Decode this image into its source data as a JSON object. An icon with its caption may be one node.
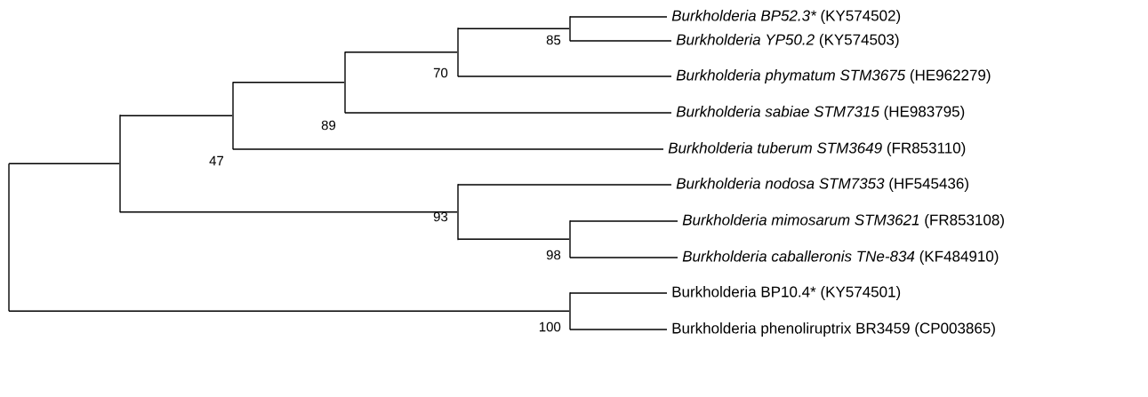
{
  "diagram": {
    "nodes": [
      {
        "text": [
          "Burkholderia BP52.3*",
          "(KY574502)"
        ]
      },
      {
        "text": [
          "Burkholderia YP50.2",
          "(KY574503)"
        ]
      },
      {
        "text": [
          "Burkholderia phymatum STM3675",
          "(HE962279)"
        ]
      },
      {
        "text": [
          "Burkholderia sabiae STM7315",
          "(HE983795)"
        ]
      },
      {
        "text": [
          "Burkholderia tuberum STM3649",
          "(FR853110)"
        ]
      },
      {
        "text": [
          "Burkholderia nodosa STM7353",
          "(HF545436)"
        ]
      },
      {
        "text": [
          "Burkholderia mimosarum STM3621",
          "(FR853108)"
        ]
      },
      {
        "text": [
          "Burkholderia caballeronis TNe-834",
          "(KF484910)"
        ]
      },
      {
        "text": [
          "Burkholderia BP10.4*",
          "(KY574501)"
        ]
      },
      {
        "text": [
          "Burkholderia phenoliruptrix BR3459",
          "(CP003865)"
        ]
      },
      {
        "text": [],
        "shape": "bar",
        "beside": [
          "85"
        ]
      },
      {
        "text": [],
        "shape": "bar",
        "beside": [
          "70"
        ]
      },
      {
        "text": [],
        "shape": "bar",
        "beside": [
          "89"
        ]
      },
      {
        "text": [],
        "shape": "bar",
        "beside": [
          "47"
        ]
      },
      {
        "text": [],
        "shape": "bar",
        "beside": [
          "98"
        ]
      },
      {
        "text": [],
        "shape": "bar",
        "beside": [
          "93"
        ]
      },
      {
        "text": [],
        "shape": "bar"
      },
      {
        "text": [],
        "shape": "bar",
        "beside": [
          "100"
        ]
      },
      {
        "text": [],
        "shape": "bar"
      }
    ],
    "edges": [
      {
        "from": 18,
        "to": 16,
        "arrow": "none"
      },
      {
        "from": 18,
        "to": 17,
        "arrow": "none"
      },
      {
        "from": 16,
        "to": 13,
        "arrow": "none"
      },
      {
        "from": 16,
        "to": 15,
        "arrow": "none"
      },
      {
        "from": 13,
        "to": 12,
        "arrow": "none"
      },
      {
        "from": 13,
        "to": 4,
        "arrow": "none"
      },
      {
        "from": 12,
        "to": 11,
        "arrow": "none"
      },
      {
        "from": 12,
        "to": 3,
        "arrow": "none"
      },
      {
        "from": 11,
        "to": 10,
        "arrow": "none"
      },
      {
        "from": 11,
        "to": 2,
        "arrow": "none"
      },
      {
        "from": 10,
        "to": 0,
        "arrow": "none"
      },
      {
        "from": 10,
        "to": 1,
        "arrow": "none"
      },
      {
        "from": 15,
        "to": 5,
        "arrow": "none"
      },
      {
        "from": 15,
        "to": 14,
        "arrow": "none"
      },
      {
        "from": 14,
        "to": 6,
        "arrow": "none"
      },
      {
        "from": 14,
        "to": 7,
        "arrow": "none"
      },
      {
        "from": 17,
        "to": 8,
        "arrow": "none"
      },
      {
        "from": 17,
        "to": 9,
        "arrow": "none"
      }
    ]
  }
}
